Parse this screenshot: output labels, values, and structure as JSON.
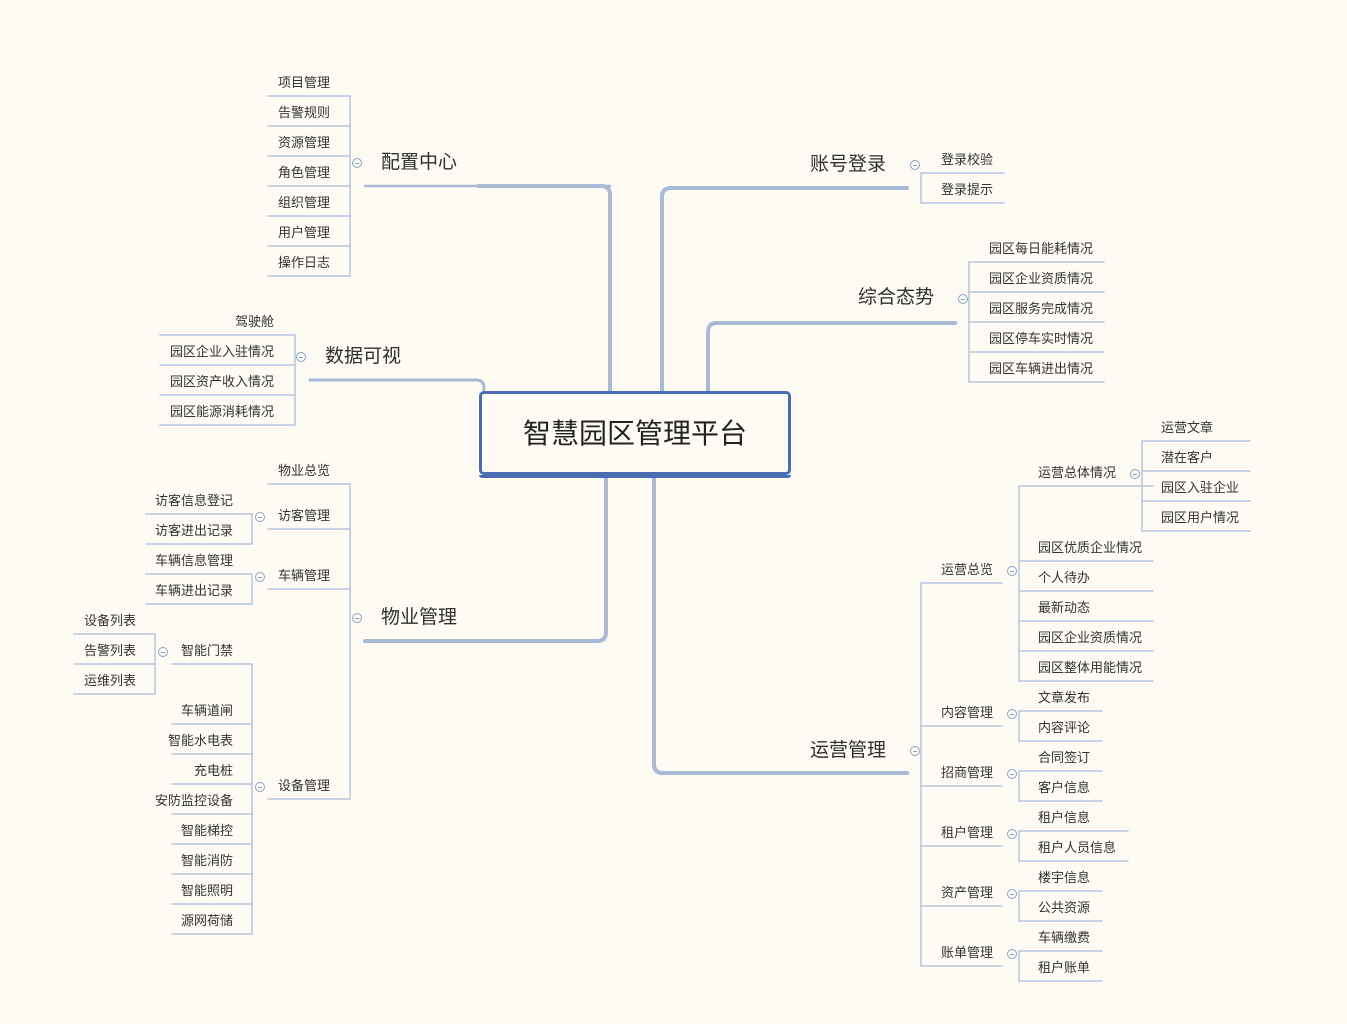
{
  "root": "智慧园区管理平台",
  "branches": {
    "config": {
      "title": "配置中心",
      "items": [
        "项目管理",
        "告警规则",
        "资源管理",
        "角色管理",
        "组织管理",
        "用户管理",
        "操作日志"
      ]
    },
    "dataviz": {
      "title": "数据可视",
      "items": [
        "驾驶舱",
        "园区企业入驻情况",
        "园区资产收入情况",
        "园区能源消耗情况"
      ]
    },
    "property": {
      "title": "物业管理",
      "items": {
        "overview": "物业总览",
        "visitor": {
          "label": "访客管理",
          "items": [
            "访客信息登记",
            "访客进出记录"
          ]
        },
        "vehicle": {
          "label": "车辆管理",
          "items": [
            "车辆信息管理",
            "车辆进出记录"
          ]
        },
        "device": {
          "label": "设备管理",
          "gate": {
            "label": "智能门禁",
            "items": [
              "设备列表",
              "告警列表",
              "运维列表"
            ]
          },
          "items": [
            "车辆道闸",
            "智能水电表",
            "充电桩",
            "安防监控设备",
            "智能梯控",
            "智能消防",
            "智能照明",
            "源网荷储"
          ]
        }
      }
    },
    "login": {
      "title": "账号登录",
      "items": [
        "登录校验",
        "登录提示"
      ]
    },
    "situation": {
      "title": "综合态势",
      "items": [
        "园区每日能耗情况",
        "园区企业资质情况",
        "园区服务完成情况",
        "园区停车实时情况",
        "园区车辆进出情况"
      ]
    },
    "operation": {
      "title": "运营管理",
      "overview": {
        "label": "运营总览",
        "total": {
          "label": "运营总体情况",
          "items": [
            "运营文章",
            "潜在客户",
            "园区入驻企业",
            "园区用户情况"
          ]
        },
        "items": [
          "园区优质企业情况",
          "个人待办",
          "最新动态",
          "园区企业资质情况",
          "园区整体用能情况"
        ]
      },
      "content": {
        "label": "内容管理",
        "items": [
          "文章发布",
          "内容评论"
        ]
      },
      "invest": {
        "label": "招商管理",
        "items": [
          "合同签订",
          "客户信息"
        ]
      },
      "tenant": {
        "label": "租户管理",
        "items": [
          "租户信息",
          "租户人员信息"
        ]
      },
      "asset": {
        "label": "资产管理",
        "items": [
          "楼宇信息",
          "公共资源"
        ]
      },
      "bill": {
        "label": "账单管理",
        "items": [
          "车辆缴费",
          "租户账单"
        ]
      }
    }
  }
}
